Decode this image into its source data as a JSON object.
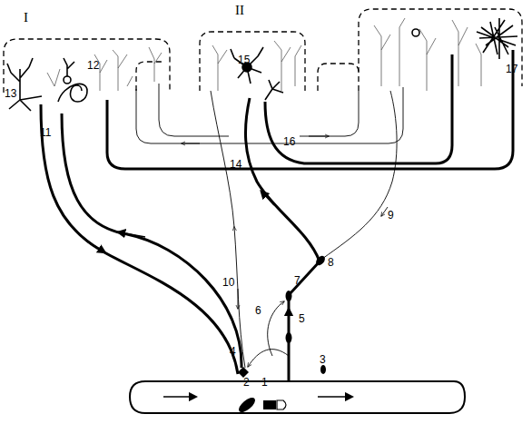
{
  "diagram": {
    "nodes": [
      {
        "text": [
          "I"
        ]
      },
      {
        "text": [
          "II"
        ]
      }
    ],
    "labels": [
      "1",
      "2",
      "3",
      "4",
      "5",
      "6",
      "7",
      "8",
      "9",
      "10",
      "11",
      "12",
      "13",
      "14",
      "15",
      "16",
      "17"
    ]
  }
}
